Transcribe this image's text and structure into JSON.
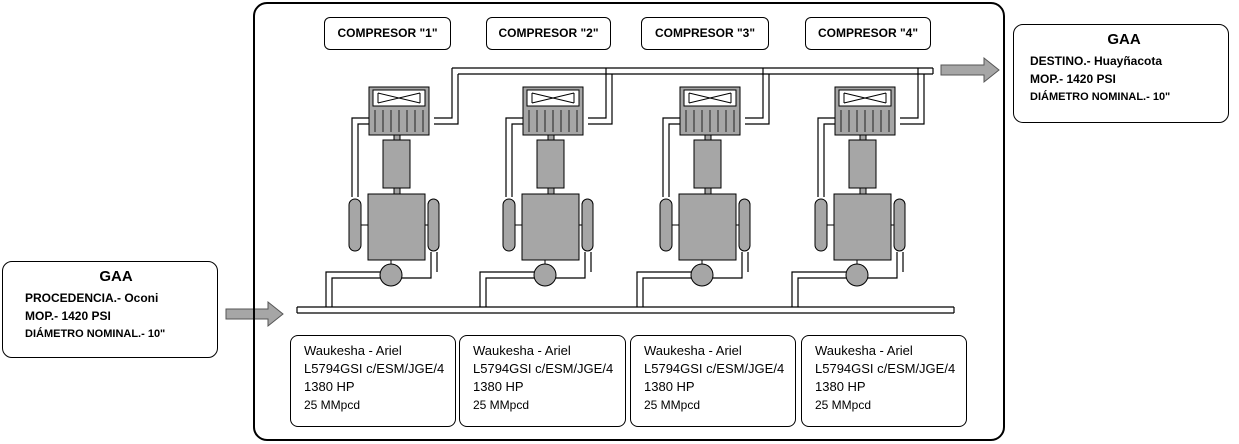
{
  "source": {
    "title": "GAA",
    "line1": "PROCEDENCIA.- Oconi",
    "line2": "MOP.- 1420 PSI",
    "line3": "DIÁMETRO NOMINAL.- 10\""
  },
  "destination": {
    "title": "GAA",
    "line1": "DESTINO.- Huayñacota",
    "line2": "MOP.- 1420 PSI",
    "line3": "DIÁMETRO NOMINAL.- 10\""
  },
  "compressors": [
    {
      "label": "COMPRESOR \"1\"",
      "spec1": "Waukesha - Ariel",
      "spec2": "L5794GSI  c/ESM/JGE/4",
      "spec3": "1380 HP",
      "spec4": "25 MMpcd"
    },
    {
      "label": "COMPRESOR \"2\"",
      "spec1": "Waukesha - Ariel",
      "spec2": "L5794GSI  c/ESM/JGE/4",
      "spec3": "1380 HP",
      "spec4": "25 MMpcd"
    },
    {
      "label": "COMPRESOR \"3\"",
      "spec1": "Waukesha - Ariel",
      "spec2": "L5794GSI  c/ESM/JGE/4",
      "spec3": "1380 HP",
      "spec4": "25 MMpcd"
    },
    {
      "label": "COMPRESOR \"4\"",
      "spec1": "Waukesha - Ariel",
      "spec2": "L5794GSI  c/ESM/JGE/4",
      "spec3": "1380 HP",
      "spec4": "25 MMpcd"
    }
  ],
  "colors": {
    "equipment_fill": "#a6a6a6",
    "arrow_fill": "#a6a6a6",
    "line": "#000000"
  }
}
